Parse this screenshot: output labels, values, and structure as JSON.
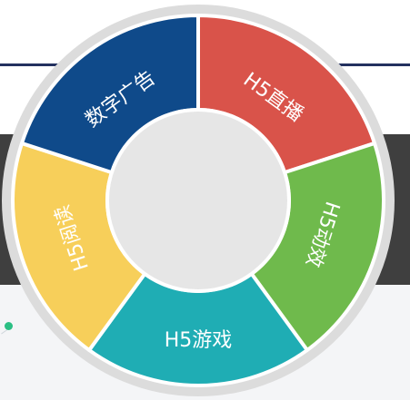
{
  "segments": [
    {
      "label": "H5直播",
      "color": "#d9534a"
    },
    {
      "label": "H5动效",
      "color": "#6fba4c"
    },
    {
      "label": "H5游戏",
      "color": "#1fadb4"
    },
    {
      "label": "H5阅读",
      "color": "#f7cf5a"
    },
    {
      "label": "数字广告",
      "color": "#0f4a8a"
    }
  ],
  "colors": {
    "outer_ring": "#dcdcdc",
    "center": "#e6e6e6",
    "separator": "#ffffff",
    "band": "#3f3f3f",
    "line": "#23315f"
  }
}
